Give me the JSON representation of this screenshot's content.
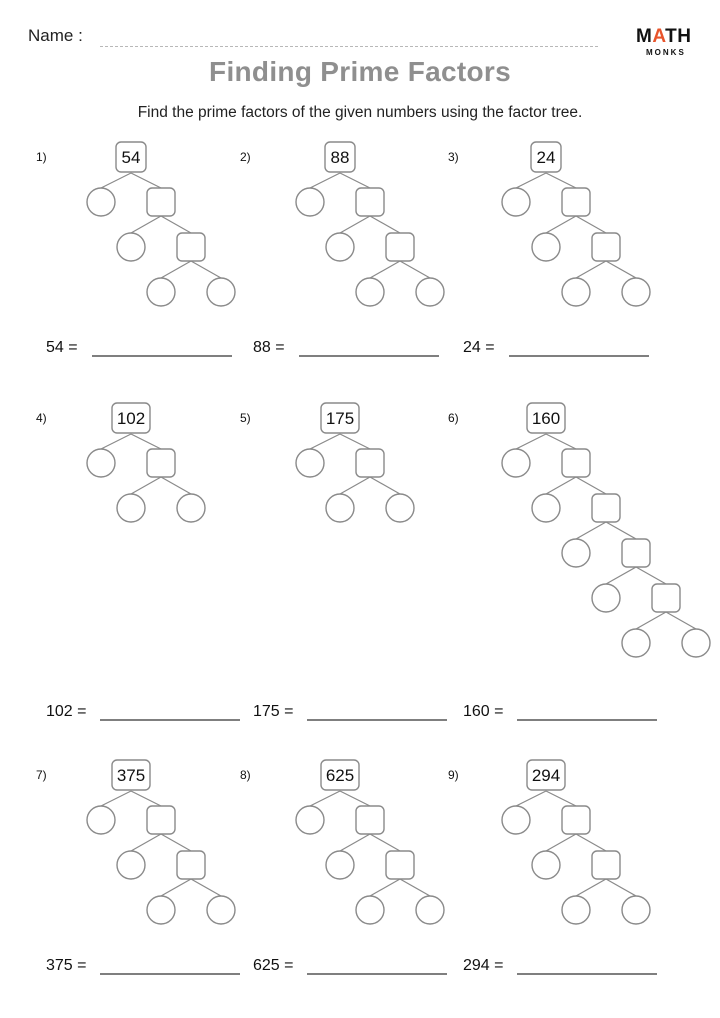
{
  "header": {
    "name_label": "Name :",
    "logo_main_1": "M",
    "logo_main_a": "A",
    "logo_main_2": "TH",
    "logo_sub": "MONKS"
  },
  "title": "Finding Prime Factors",
  "instructions": "Find the prime factors of the given numbers using the factor tree.",
  "problems": [
    {
      "label": "1)",
      "number": "54",
      "answer_prefix": "54 =",
      "levels": 3
    },
    {
      "label": "2)",
      "number": "88",
      "answer_prefix": "88 =",
      "levels": 3
    },
    {
      "label": "3)",
      "number": "24",
      "answer_prefix": "24 =",
      "levels": 3
    },
    {
      "label": "4)",
      "number": "102",
      "answer_prefix": "102 =",
      "levels": 2
    },
    {
      "label": "5)",
      "number": "175",
      "answer_prefix": "175 =",
      "levels": 2
    },
    {
      "label": "6)",
      "number": "160",
      "answer_prefix": "160 =",
      "levels": 5
    },
    {
      "label": "7)",
      "number": "375",
      "answer_prefix": "375 =",
      "levels": 3
    },
    {
      "label": "8)",
      "number": "625",
      "answer_prefix": "625 =",
      "levels": 3
    },
    {
      "label": "9)",
      "number": "294",
      "answer_prefix": "294 =",
      "levels": 3
    }
  ]
}
